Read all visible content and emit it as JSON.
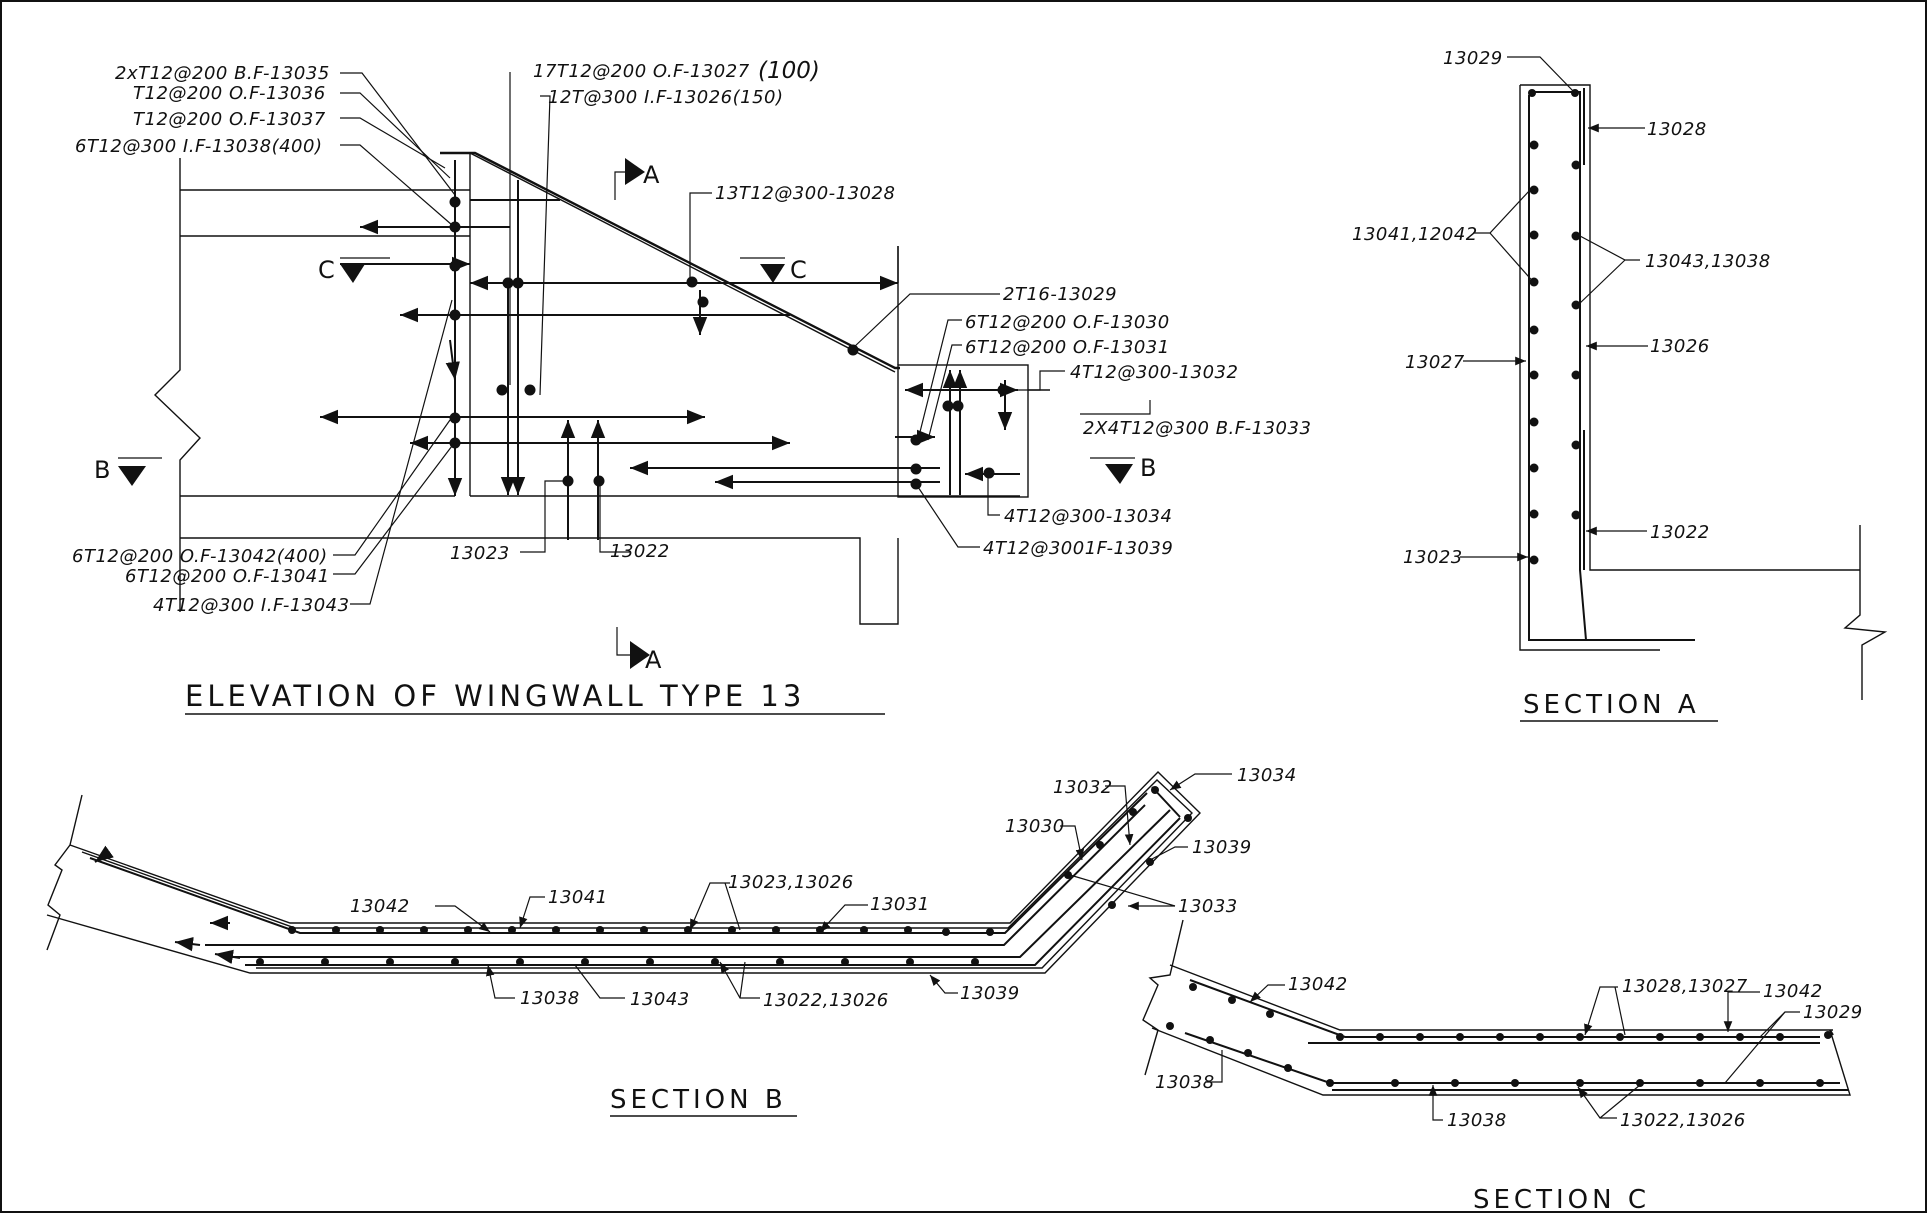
{
  "titles": {
    "elevation": "ELEVATION OF WINGWALL TYPE 13",
    "section_a": "SECTION A",
    "section_b": "SECTION B",
    "section_c": "SECTION C"
  },
  "section_marks": {
    "a": "A",
    "b": "B",
    "c": "C"
  },
  "elevation_labels": {
    "l13035": "2xT12@200 B.F-13035",
    "l13036": "T12@200 O.F-13036",
    "l13037": "T12@200 O.F-13037",
    "l13038": "6T12@300 I.F-13038(400)",
    "l13027": "17T12@200 O.F-13027",
    "l13027_extra": "(100)",
    "l13026": "12T@300 I.F-13026(150)",
    "l13028": "13T12@300-13028",
    "l13029": "2T16-13029",
    "l13030": "6T12@200 O.F-13030",
    "l13031": "6T12@200 O.F-13031",
    "l13032": "4T12@300-13032",
    "l13033": "2X4T12@300 B.F-13033",
    "l13034": "4T12@300-13034",
    "l13039": "4T12@3001F-13039",
    "l13042": "6T12@200 O.F-13042(400)",
    "l13041": "6T12@200 O.F-13041",
    "l13043": "4T12@300 I.F-13043",
    "l13023": "13023",
    "l13022": "13022"
  },
  "section_a_labels": {
    "l13029": "13029",
    "l13028": "13028",
    "l13041": "13041,12042",
    "l13043": "13043,13038",
    "l13027": "13027",
    "l13026": "13026",
    "l13022": "13022",
    "l13023": "13023"
  },
  "section_b_labels": {
    "l13034": "13034",
    "l13032": "13032",
    "l13030": "13030",
    "l13039a": "13039",
    "l13033": "13033",
    "l13042": "13042",
    "l13041": "13041",
    "l13023": "13023,13026",
    "l13031": "13031",
    "l13038": "13038",
    "l13043": "13043",
    "l13022": "13022,13026",
    "l13039b": "13039"
  },
  "section_c_labels": {
    "l13042a": "13042",
    "l13028": "13028,13027",
    "l13042b": "13042",
    "l13029": "13029",
    "l13038a": "13038",
    "l13038b": "13038",
    "l13022": "13022,13026"
  }
}
